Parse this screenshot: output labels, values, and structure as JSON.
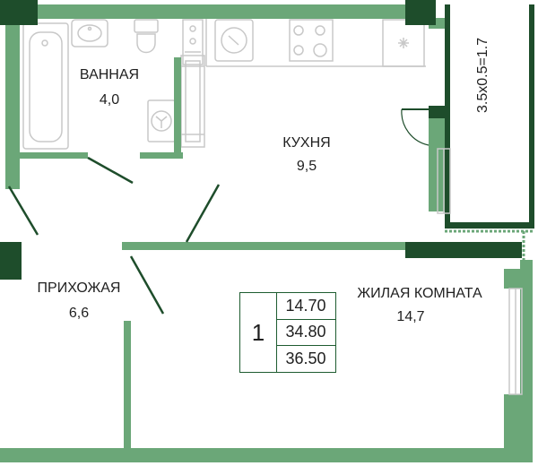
{
  "rooms": {
    "bathroom": {
      "name": "ВАННАЯ",
      "area": "4,0"
    },
    "kitchen": {
      "name": "КУХНЯ",
      "area": "9,5"
    },
    "hallway": {
      "name": "ПРИХОЖАЯ",
      "area": "6,6"
    },
    "living": {
      "name": "ЖИЛАЯ КОМНАТА",
      "area": "14,7"
    }
  },
  "balcony": {
    "label": "3.5x0.5=1.7"
  },
  "summary": {
    "rooms_count": "1",
    "living_area": "14.70",
    "total_area": "34.80",
    "total_area_with_balcony": "36.50"
  },
  "colors": {
    "wall_light": "#6ba778",
    "wall_dark": "#1e4d2b",
    "fixture": "#c8c8c8",
    "text": "#1f1f1f"
  }
}
